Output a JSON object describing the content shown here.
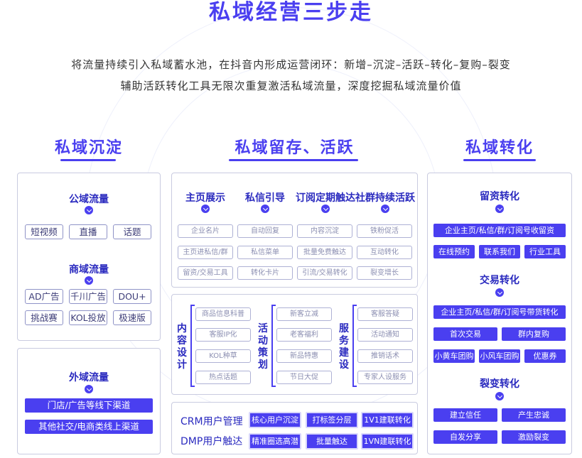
{
  "header": {
    "title": "私域经营三步走",
    "line1": "将流量持续引入私域蓄水池，在抖音内形成运营闭环：新增–沉淀–活跃–转化–复购–裂变",
    "line2": "辅助活跃转化工具无限次重复激活私域流量，深度挖掘私域流量价值"
  },
  "columns": {
    "left": "私域沉淀",
    "middle": "私域留存、活跃",
    "right": "私域转化"
  },
  "left": {
    "public": {
      "label": "公域流量",
      "tags": [
        "短视频",
        "直播",
        "话题"
      ]
    },
    "commercial": {
      "label": "商域流量",
      "tags": [
        "AD广告",
        "千川广告",
        "DOU+",
        "挑战赛",
        "KOL投放",
        "极速版"
      ]
    },
    "external": {
      "label": "外域流量",
      "channels": [
        "门店/广告等线下渠道",
        "其他社交/电商类线上渠道"
      ]
    }
  },
  "middle": {
    "headers": [
      "主页展示",
      "私信引导",
      "订阅定期触达",
      "社群持续活跃"
    ],
    "grid": [
      [
        "企业名片",
        "自动回复",
        "内容沉淀",
        "铁粉促活"
      ],
      [
        "主页进私信/群",
        "私信菜单",
        "批量免费触达",
        "互动转化"
      ],
      [
        "留资/交易工具",
        "转化卡片",
        "引流/交易转化",
        "裂变增长"
      ]
    ],
    "content_design": {
      "label": "内容设计",
      "items": [
        "商品信息科普",
        "客服IP化",
        "KOL种草",
        "热点话题"
      ]
    },
    "activity_plan": {
      "label": "活动策划",
      "items": [
        "新客立减",
        "老客福利",
        "新品特惠",
        "节日大促"
      ]
    },
    "service_build": {
      "label": "服务建设",
      "items": [
        "客服答疑",
        "活动通知",
        "推销话术",
        "专家人设服务"
      ]
    },
    "crm": {
      "label1": "CRM用户管理",
      "label2": "DMP用户触达",
      "tags": [
        "核心用户沉淀",
        "打标签分层",
        "1V1建联转化",
        "精准圈选高潜",
        "批量触达",
        "1VN建联转化"
      ]
    }
  },
  "right": {
    "leads": {
      "label": "留资转化",
      "main": "企业主页/私信/群/订阅号收留资",
      "tags": [
        "在线预约",
        "联系我们",
        "行业工具"
      ]
    },
    "trade": {
      "label": "交易转化",
      "main": "企业主页/私信/群/订阅号带货转化",
      "tags": [
        "首次交易",
        "群内复购",
        "小黄车团购",
        "小风车团购",
        "优惠券"
      ]
    },
    "fission": {
      "label": "裂变转化",
      "tags": [
        "建立信任",
        "产生忠诚",
        "自发分享",
        "激励裂变"
      ]
    }
  },
  "colors": {
    "accent": "#4a3ff0",
    "border": "#c9cbe0"
  }
}
